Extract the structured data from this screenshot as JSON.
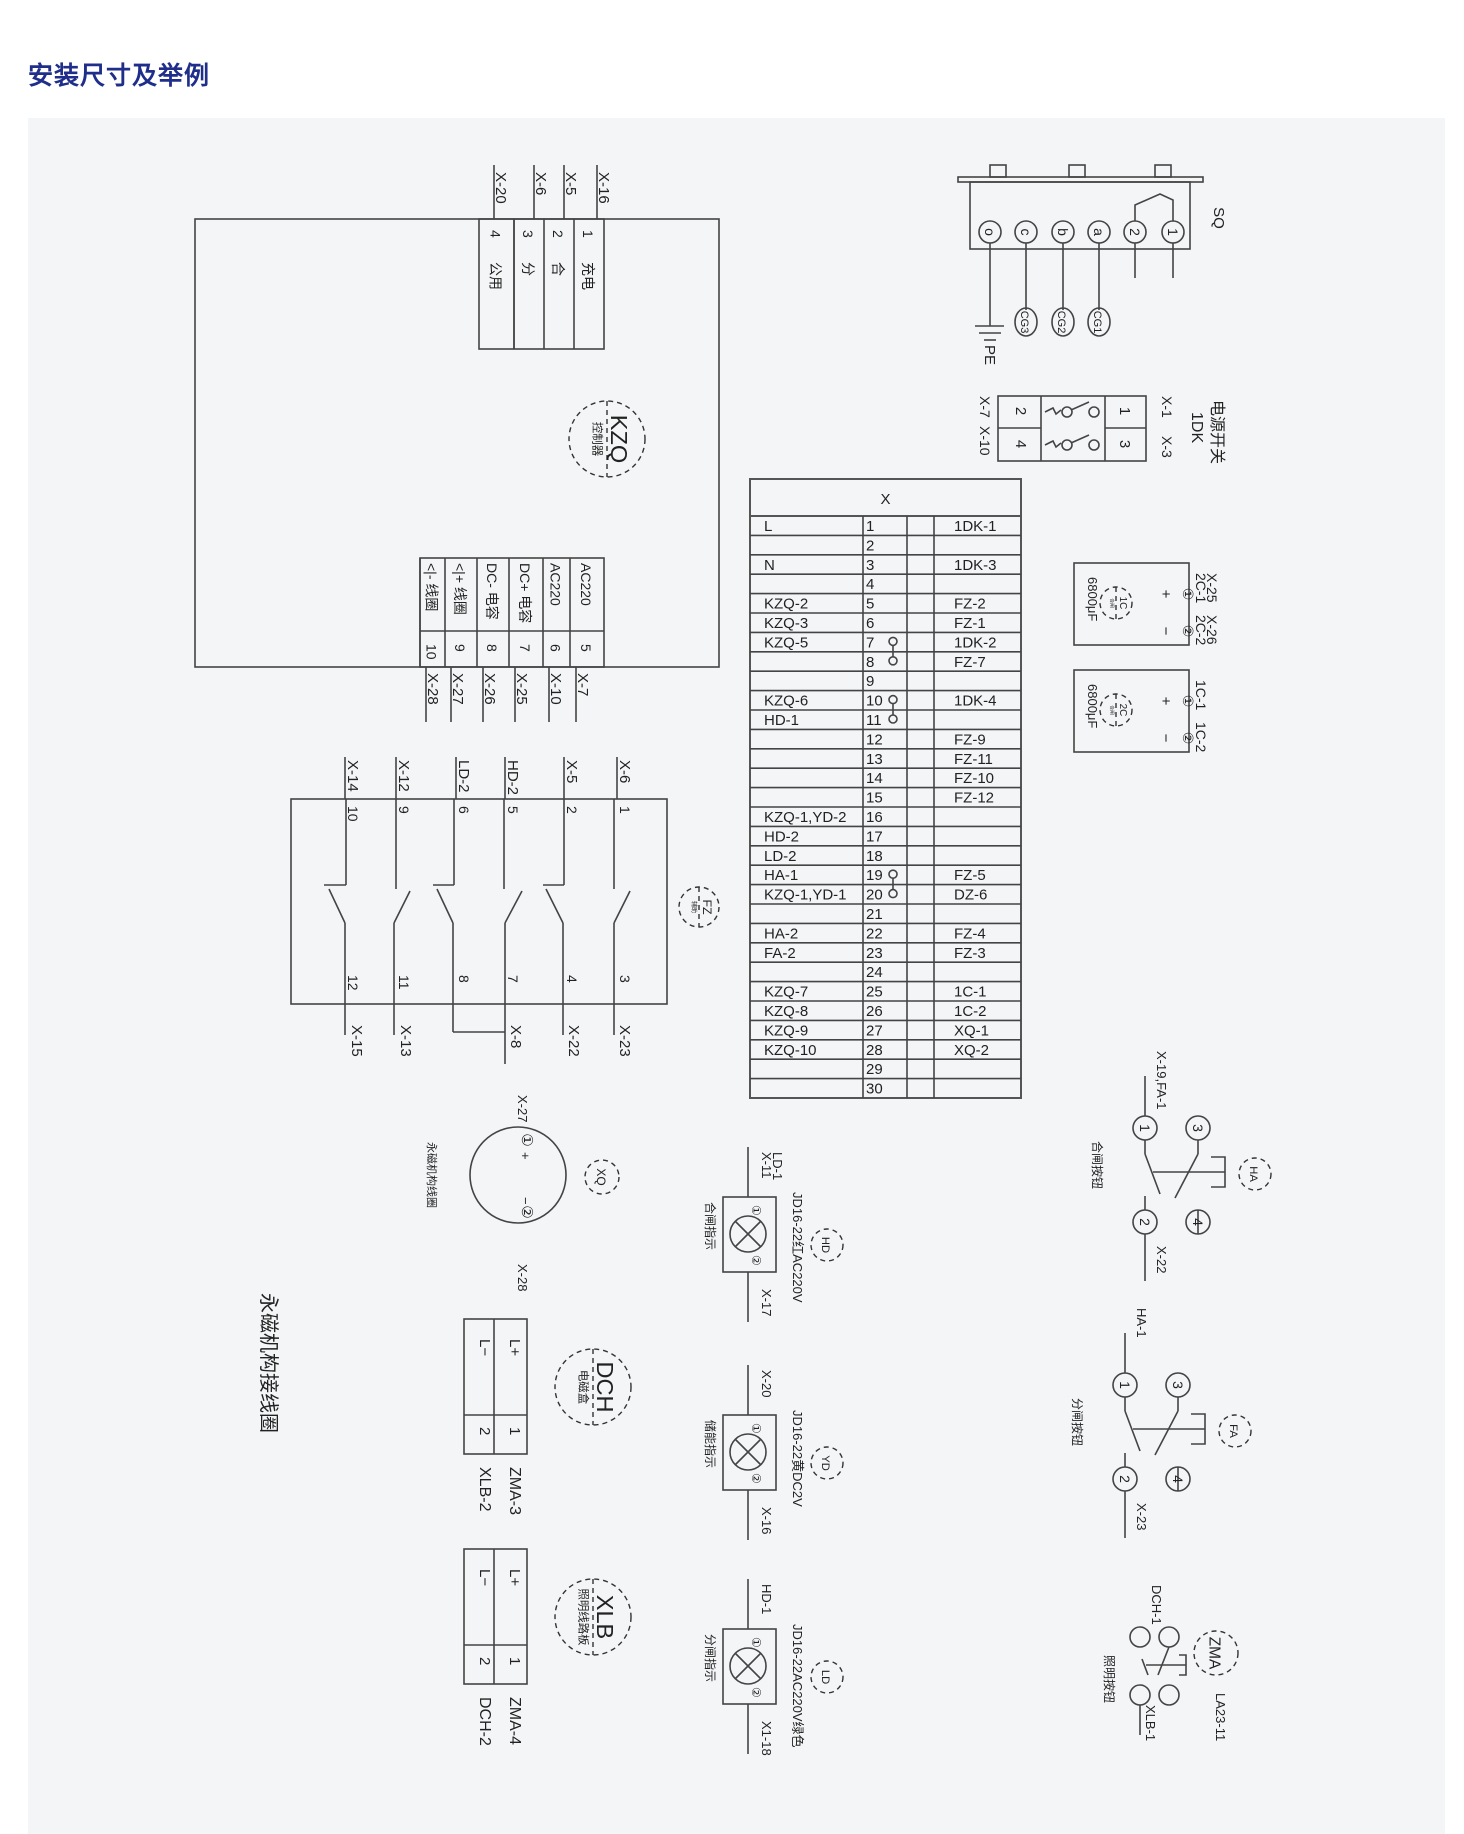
{
  "page": {
    "title": "安装尺寸及举例"
  },
  "diagram": {
    "main_label": "永磁机构接线圈",
    "kzq": {
      "tag": "KZQ",
      "name": "控制器",
      "top_terminals": [
        {
          "num": "1",
          "label": "充电",
          "wire": "X-16"
        },
        {
          "num": "2",
          "label": "合",
          "wire": "X-5"
        },
        {
          "num": "3",
          "label": "分",
          "wire": "X-6"
        },
        {
          "num": "4",
          "label": "公用",
          "wire": "X-20"
        }
      ],
      "bottom_terminals": [
        {
          "num": "5",
          "label": "AC220",
          "wire": "X-7"
        },
        {
          "num": "6",
          "label": "AC220",
          "wire": "X-10"
        },
        {
          "num": "7",
          "label": "DC+ 电容",
          "wire": "X-25"
        },
        {
          "num": "8",
          "label": "DC- 电容",
          "wire": "X-26"
        },
        {
          "num": "9",
          "label": "<|+ 线圈",
          "wire": "X-27"
        },
        {
          "num": "10",
          "label": "<|- 线圈",
          "wire": "X-28"
        }
      ]
    },
    "sq": {
      "tag": "SQ",
      "terminals": [
        "1",
        "2",
        "a",
        "b",
        "c",
        "o"
      ],
      "outputs": [
        "CG1",
        "CG2",
        "CG3"
      ],
      "ground": "PE"
    },
    "dk": {
      "title": "电源开关",
      "tag": "1DK",
      "terminals": [
        "1",
        "3",
        "2",
        "4"
      ],
      "wires_top": [
        "X-1",
        "X-3"
      ],
      "wires_bottom": [
        "X-7",
        "X-10"
      ]
    },
    "capacitors": [
      {
        "tag": "1C",
        "sub": "合闸",
        "value": "6800μF",
        "plus": "+",
        "minus": "−",
        "t1": "①",
        "t2": "②",
        "w1a": "X-25",
        "w1b": "2C-1",
        "w2a": "X-26",
        "w2b": "2C-2"
      },
      {
        "tag": "2C",
        "sub": "合闸",
        "value": "6800μF",
        "plus": "+",
        "minus": "−",
        "t1": "①",
        "t2": "②",
        "w1a": "",
        "w1b": "1C-1",
        "w2a": "",
        "w2b": "1C-2"
      }
    ],
    "terminal_table": {
      "header": "X",
      "rows": [
        {
          "left": "L",
          "num": "1",
          "right": "1DK-1"
        },
        {
          "left": "",
          "num": "2",
          "right": ""
        },
        {
          "left": "N",
          "num": "3",
          "right": "1DK-3"
        },
        {
          "left": "",
          "num": "4",
          "right": ""
        },
        {
          "left": "KZQ-2",
          "num": "5",
          "right": "FZ-2"
        },
        {
          "left": "KZQ-3",
          "num": "6",
          "right": "FZ-1"
        },
        {
          "left": "KZQ-5",
          "num": "7",
          "right": "1DK-2",
          "link": "start"
        },
        {
          "left": "",
          "num": "8",
          "right": "FZ-7",
          "link": "end"
        },
        {
          "left": "",
          "num": "9",
          "right": ""
        },
        {
          "left": "KZQ-6",
          "num": "10",
          "right": "1DK-4",
          "link": "start"
        },
        {
          "left": "HD-1",
          "num": "11",
          "right": "",
          "link": "end"
        },
        {
          "left": "",
          "num": "12",
          "right": "FZ-9"
        },
        {
          "left": "",
          "num": "13",
          "right": "FZ-11"
        },
        {
          "left": "",
          "num": "14",
          "right": "FZ-10"
        },
        {
          "left": "",
          "num": "15",
          "right": "FZ-12"
        },
        {
          "left": "KZQ-1,YD-2",
          "num": "16",
          "right": ""
        },
        {
          "left": "HD-2",
          "num": "17",
          "right": ""
        },
        {
          "left": "LD-2",
          "num": "18",
          "right": ""
        },
        {
          "left": "HA-1",
          "num": "19",
          "right": "FZ-5",
          "link": "start"
        },
        {
          "left": "KZQ-1,YD-1",
          "num": "20",
          "right": "DZ-6",
          "link": "end"
        },
        {
          "left": "",
          "num": "21",
          "right": ""
        },
        {
          "left": "HA-2",
          "num": "22",
          "right": "FZ-4"
        },
        {
          "left": "FA-2",
          "num": "23",
          "right": "FZ-3"
        },
        {
          "left": "",
          "num": "24",
          "right": ""
        },
        {
          "left": "KZQ-7",
          "num": "25",
          "right": "1C-1"
        },
        {
          "left": "KZQ-8",
          "num": "26",
          "right": "1C-2"
        },
        {
          "left": "KZQ-9",
          "num": "27",
          "right": "XQ-1"
        },
        {
          "left": "KZQ-10",
          "num": "28",
          "right": "XQ-2"
        },
        {
          "left": "",
          "num": "29",
          "right": ""
        },
        {
          "left": "",
          "num": "30",
          "right": ""
        }
      ]
    },
    "fz": {
      "tag": "FZ",
      "sub": "辅助",
      "contacts": [
        {
          "top_num": "1",
          "top_wire": "X-6",
          "bot_num": "3",
          "bot_wire": "X-23"
        },
        {
          "top_num": "2",
          "top_wire": "X-5",
          "bot_num": "4",
          "bot_wire": "X-22"
        },
        {
          "top_num": "5",
          "top_wire": "HD-2",
          "bot_num": "7",
          "bot_wire": "X-8"
        },
        {
          "top_num": "6",
          "top_wire": "LD-2",
          "bot_num": "8",
          "bot_wire": ""
        },
        {
          "top_num": "9",
          "top_wire": "X-12",
          "bot_num": "11",
          "bot_wire": "X-13"
        },
        {
          "top_num": "10",
          "top_wire": "X-14",
          "bot_num": "12",
          "bot_wire": "X-15"
        }
      ]
    },
    "xq": {
      "tag": "XQ",
      "name": "永磁机构线圈",
      "wire1": "X-27",
      "wire2": "X-28",
      "t1": "①",
      "t2": "②",
      "plus": "+",
      "minus": "−"
    },
    "lamps": [
      {
        "tag": "HD",
        "name": "合闸指示",
        "model": "JD16-22红AC220V",
        "wire_top": "LD-1\nX-11",
        "wire_top_a": "LD-1",
        "wire_top_b": "X-11",
        "wire_bot": "X-17",
        "t1": "①",
        "t2": "②"
      },
      {
        "tag": "YD",
        "name": "储能指示",
        "model": "JD16-22黄DC2V",
        "wire_top_a": "",
        "wire_top_b": "X-20",
        "wire_bot": "X-16",
        "t1": "①",
        "t2": "②"
      },
      {
        "tag": "LD",
        "name": "分闸指示",
        "model": "JD16-22AC220V绿色",
        "wire_top_a": "",
        "wire_top_b": "HD-1",
        "wire_bot": "X1-18",
        "t1": "①",
        "t2": "②"
      }
    ],
    "dch": {
      "tag": "DCH",
      "name": "电磁盒",
      "lp": "L+",
      "lm": "L−",
      "n1": "1",
      "n2": "2",
      "w1": "ZMA-3",
      "w2": "XLB-2"
    },
    "xlb": {
      "tag": "XLB",
      "name": "照明线路板",
      "lp": "L+",
      "lm": "L−",
      "n1": "1",
      "n2": "2",
      "w1": "ZMA-4",
      "w2": "DCH-2"
    },
    "buttons": [
      {
        "tag": "HA",
        "name": "合闸按钮",
        "wire_top": "X-19,FA-1",
        "wire_bot": "X-22",
        "n": [
          "1",
          "2",
          "3",
          "4"
        ]
      },
      {
        "tag": "FA",
        "name": "分闸按钮",
        "wire_top": "HA-1",
        "wire_bot": "X-23",
        "n": [
          "1",
          "2",
          "3",
          "4"
        ]
      },
      {
        "tag": "ZMA",
        "name": "照明按钮",
        "wire_top": "DCH-1",
        "wire_bot": "XLB-1",
        "model": "LA23-11"
      }
    ]
  }
}
